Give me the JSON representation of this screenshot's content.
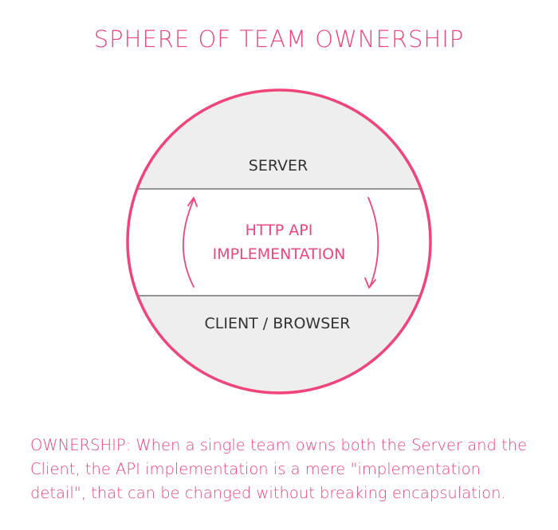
{
  "title": "SPHERE OF TEAM OWNERSHIP",
  "zones": {
    "top": "SERVER",
    "middle_line1": "HTTP API",
    "middle_line2": "IMPLEMENTATION",
    "bottom": "CLIENT / BROWSER"
  },
  "caption": "OWNERSHIP: When a single team owns both the Server and the Client, the API implementation is a mere \"implementation detail\", that can be changed without breaking encapsulation.",
  "colors": {
    "accent": "#f0447a",
    "zone_fill": "#eeeeee",
    "divider": "#777777",
    "text_dark": "#333333"
  }
}
